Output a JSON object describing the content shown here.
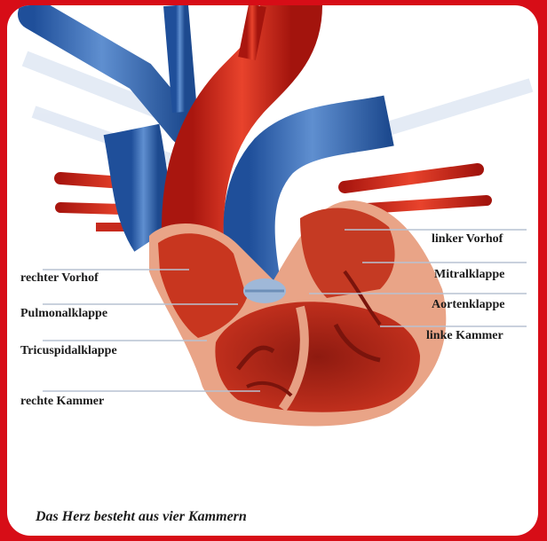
{
  "diagram": {
    "labels_left": [
      {
        "id": "rechter-vorhof",
        "text": "rechter Vorhof"
      },
      {
        "id": "pulmonalklappe",
        "text": "Pulmonalklappe"
      },
      {
        "id": "tricuspidalklappe",
        "text": "Tricuspidalklappe"
      },
      {
        "id": "rechte-kammer",
        "text": "rechte Kammer"
      }
    ],
    "labels_right": [
      {
        "id": "linker-vorhof",
        "text": "linker Vorhof"
      },
      {
        "id": "mitralklappe",
        "text": "Mitralklappe"
      },
      {
        "id": "aortenklappe",
        "text": "Aortenklappe"
      },
      {
        "id": "linke-kammer",
        "text": "linke Kammer"
      }
    ],
    "caption": "Das Herz besteht aus vier Kammern"
  },
  "colors": {
    "frame": "#d70d17",
    "artery_red": "#d42b1e",
    "vein_blue": "#2f5fa8",
    "muscle_red": "#b8261a",
    "wall_pink": "#f0b49a"
  }
}
